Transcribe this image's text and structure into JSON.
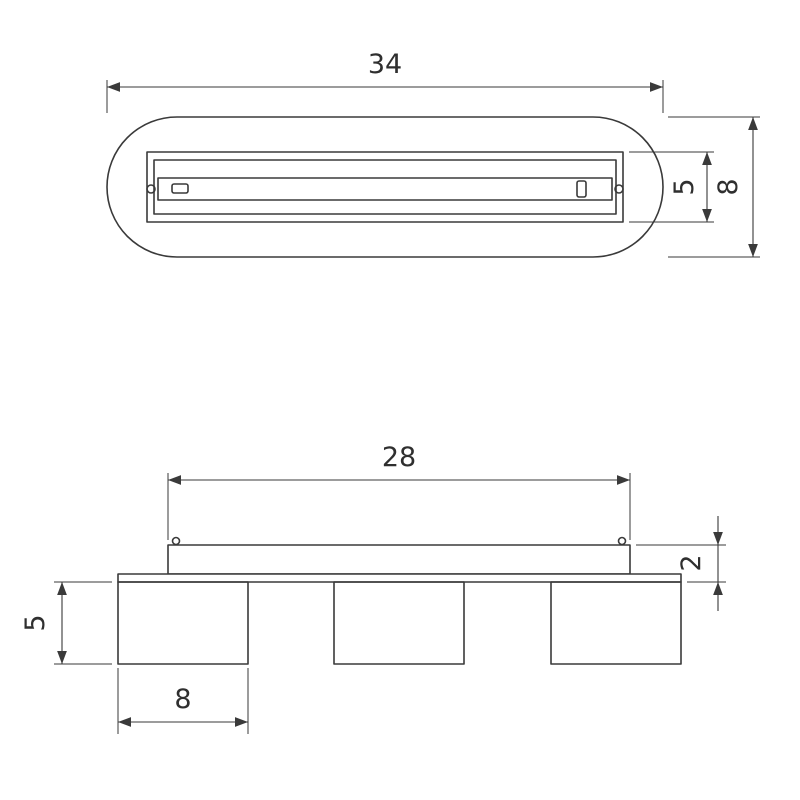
{
  "colors": {
    "line": "#3a3a3a",
    "text": "#2f2f2f",
    "background": "#ffffff"
  },
  "top_view": {
    "dim_width": "34",
    "dim_plate_height": "5",
    "dim_total_height": "8"
  },
  "side_view": {
    "dim_plate_width": "28",
    "dim_canopy_thickness": "2",
    "dim_head_height": "5",
    "dim_head_width": "8"
  }
}
